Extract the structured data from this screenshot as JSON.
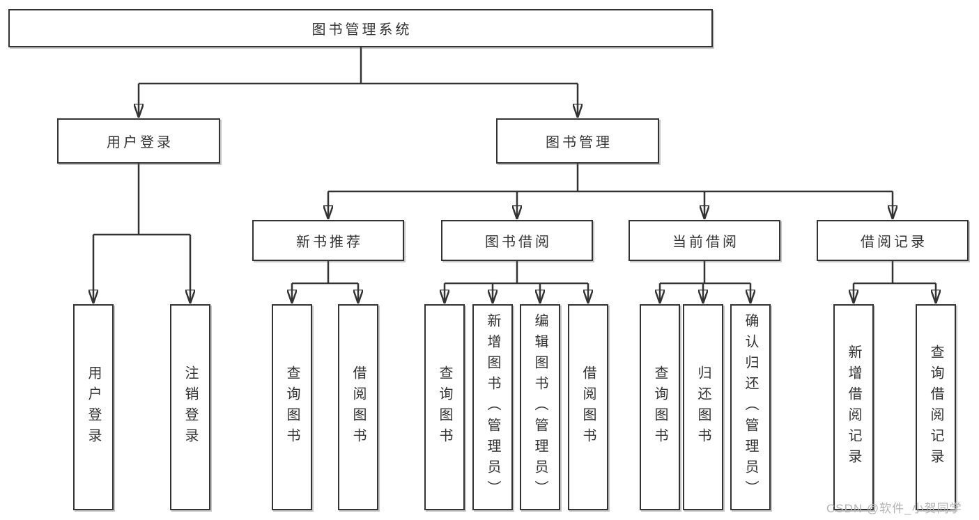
{
  "tree": {
    "root": {
      "label": "图书管理系统"
    },
    "user_login": {
      "label": "用户登录",
      "children": [
        {
          "label": "用户登录"
        },
        {
          "label": "注销登录"
        }
      ]
    },
    "book_mgmt": {
      "label": "图书管理",
      "sections": [
        {
          "label": "新书推荐",
          "children": [
            {
              "label": "查询图书"
            },
            {
              "label": "借阅图书"
            }
          ]
        },
        {
          "label": "图书借阅",
          "children": [
            {
              "label": "查询图书"
            },
            {
              "label": "新增图书（管理员）"
            },
            {
              "label": "编辑图书（管理员）"
            },
            {
              "label": "借阅图书"
            }
          ]
        },
        {
          "label": "当前借阅",
          "children": [
            {
              "label": "查询图书"
            },
            {
              "label": "归还图书"
            },
            {
              "label": "确认归还（管理员）"
            }
          ]
        },
        {
          "label": "借阅记录",
          "children": [
            {
              "label": "新增借阅记录"
            },
            {
              "label": "查询借阅记录"
            }
          ]
        }
      ]
    }
  },
  "watermark": {
    "text": "CSDN @软件_小贺同学"
  },
  "colors": {
    "line": "#333333",
    "box_border": "#333333",
    "text": "#333333",
    "watermark": "#b3b3b3"
  }
}
